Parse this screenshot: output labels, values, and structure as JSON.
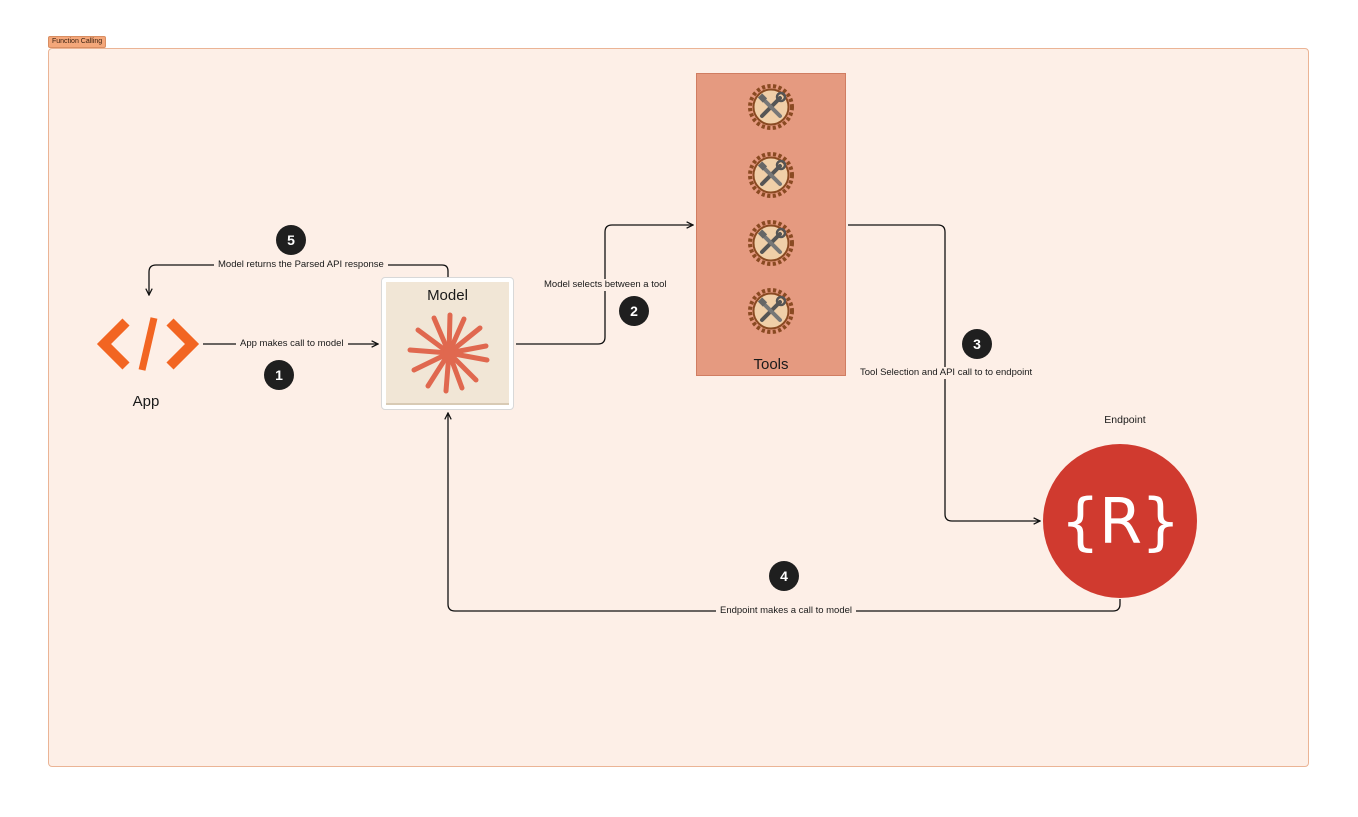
{
  "frame": {
    "tag": "Function Calling"
  },
  "app": {
    "label": "App",
    "icon": "code-brackets-icon"
  },
  "model": {
    "label": "Model",
    "icon": "asterisk-spark-icon"
  },
  "tools": {
    "label": "Tools",
    "count": 4,
    "icon": "gear-tools-icon"
  },
  "endpoint": {
    "label": "Endpoint",
    "symbol": "{R}"
  },
  "steps": [
    {
      "number": "1",
      "label": "App makes call to model"
    },
    {
      "number": "2",
      "label": "Model selects between a tool"
    },
    {
      "number": "3",
      "label": "Tool Selection and API call to to endpoint"
    },
    {
      "number": "4",
      "label": "Endpoint makes a call to model"
    },
    {
      "number": "5",
      "label": "Model returns the Parsed API response"
    }
  ],
  "colors": {
    "frame_bg": "#fdefe7",
    "accent_orange": "#f26522",
    "tools_bg": "#e59a80",
    "endpoint_red": "#d03a2f",
    "badge_dark": "#1f1f1f"
  }
}
